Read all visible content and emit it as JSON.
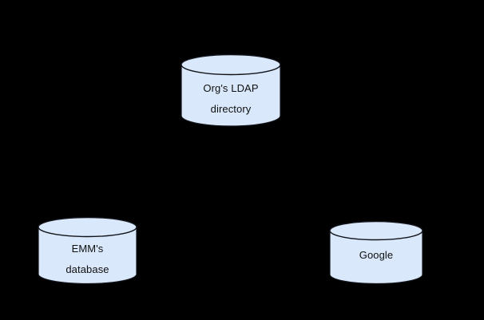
{
  "diagram": {
    "type": "entity-relationship-cylinders",
    "background_color": "#000000",
    "node_fill_color": "#dae8fc",
    "node_stroke_color": "#12141a",
    "label_color": "#0f0f0f",
    "connections": [],
    "nodes": [
      {
        "id": "ldap",
        "shape": "cylinder",
        "icon": "database-cylinder-icon",
        "lines": [
          "Org's LDAP",
          "directory"
        ],
        "label": "Org's LDAP directory"
      },
      {
        "id": "emm",
        "shape": "cylinder",
        "icon": "database-cylinder-icon",
        "lines": [
          "EMM's",
          "database"
        ],
        "label": "EMM's database"
      },
      {
        "id": "google",
        "shape": "cylinder",
        "icon": "database-cylinder-icon",
        "lines": [
          "Google"
        ],
        "label": "Google"
      }
    ]
  }
}
